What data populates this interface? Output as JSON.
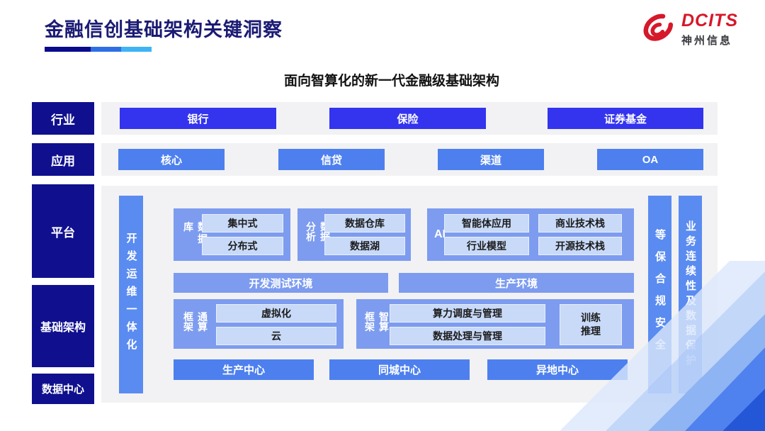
{
  "header": {
    "title": "金融信创基础架构关键洞察",
    "logo": {
      "brand": "DCITS",
      "company": "神州信息"
    }
  },
  "subtitle": "面向智算化的新一代金融级基础架构",
  "side_labels": {
    "industry": "行业",
    "application": "应用",
    "platform": "平台",
    "infrastructure": "基础架构",
    "datacenter": "数据中心"
  },
  "industry_row": {
    "items": [
      "银行",
      "保险",
      "证券基金"
    ]
  },
  "application_row": {
    "items": [
      "核心",
      "信贷",
      "渠道",
      "OA"
    ]
  },
  "platform_area": {
    "devops_bar": "开发运维一体化",
    "database": {
      "label": "数据库",
      "items": [
        "集中式",
        "分布式"
      ]
    },
    "analytics": {
      "label": "数据分析",
      "items": [
        "数据仓库",
        "数据湖"
      ]
    },
    "ai": {
      "label": "AI",
      "items": [
        "智能体应用",
        "商业技术栈",
        "行业模型",
        "开源技术栈"
      ]
    },
    "environments": [
      "开发测试环境",
      "生产环境"
    ],
    "general_compute": {
      "label": "通算框架",
      "items": [
        "虚拟化",
        "云"
      ]
    },
    "intelligent_compute": {
      "label": "智算框架",
      "items": [
        "算力调度与管理",
        "数据处理与管理"
      ],
      "side_item": "训练\n推理"
    },
    "centers": [
      "生产中心",
      "同城中心",
      "异地中心"
    ],
    "security_bar": "等保合规安全",
    "continuity_bar": "业务连续性及数据保护"
  },
  "colors": {
    "title_navy": "#1b1b74",
    "label_navy": "#10108f",
    "primary_blue": "#3434ef",
    "secondary_blue": "#4d80ee",
    "section_blue": "#7d9cef",
    "bar_blue": "#5a8bf0",
    "chip_light_blue": "#c9daf8",
    "panel_gray": "#f2f2f4",
    "logo_red": "#d6182b"
  }
}
